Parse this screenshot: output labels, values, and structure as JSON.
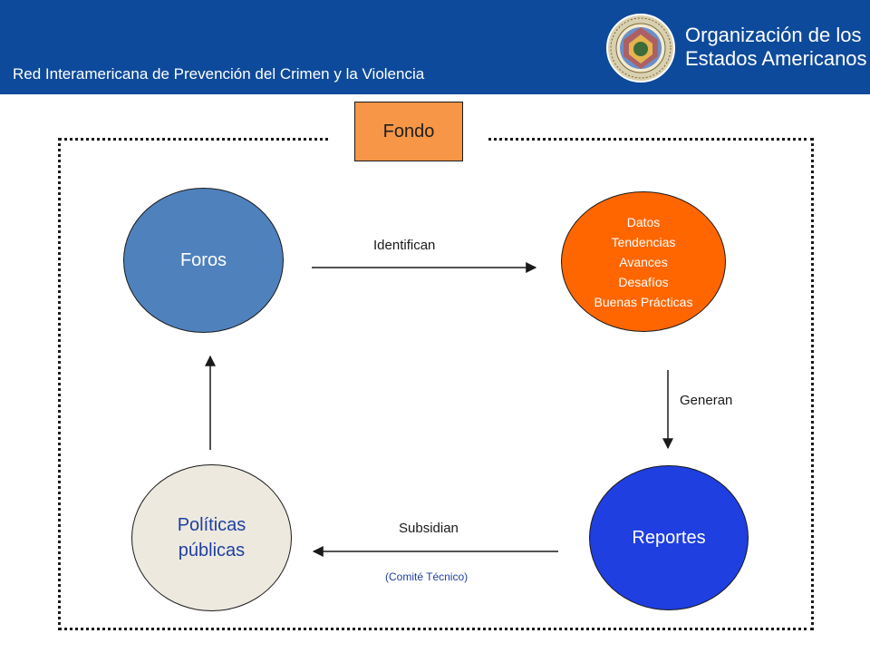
{
  "header": {
    "subtitle": "Red Interamericana de Prevención del Crimen y la Violencia",
    "org_name_line1": "Organización de los",
    "org_name_line2": "Estados Americanos",
    "logo": "oas-seal-icon"
  },
  "fund_box": {
    "label": "Fondo"
  },
  "nodes": {
    "forums": {
      "label": "Foros"
    },
    "data": {
      "lines": [
        "Datos",
        "Tendencias",
        "Avances",
        "Desafíos",
        "Buenas Prácticas"
      ]
    },
    "reports": {
      "label": "Reportes"
    },
    "policies": {
      "lines": [
        "Políticas",
        "públicas"
      ]
    }
  },
  "edges": {
    "identify": {
      "label": "Identifican"
    },
    "generate": {
      "label": "Generan"
    },
    "subsidize": {
      "label": "Subsidian",
      "note": "(Comité Técnico)"
    }
  },
  "colors": {
    "header": "#0e4a9b",
    "fund": "#f79646",
    "forums": "#4f81bd",
    "data": "#ff6600",
    "reports": "#1f3fe0",
    "policies": "#ede9df"
  }
}
